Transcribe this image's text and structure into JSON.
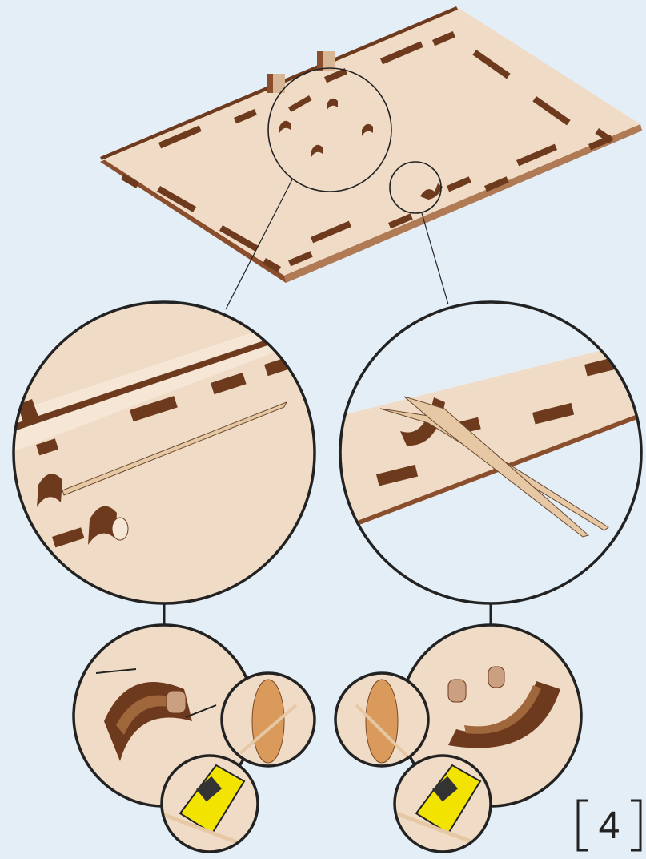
{
  "page": {
    "background": "#e3eef7"
  },
  "colors": {
    "board": "#f0dcc6",
    "board_edge": "#8a4e2c",
    "slot": "#6e3a1e",
    "skewer": "#e6c8a4",
    "outline": "#222222",
    "wheel": "#d99a5c",
    "cutter_yellow": "#f2e400"
  },
  "step": {
    "number": "4"
  },
  "icons": [
    "base-board",
    "wheel-mount",
    "skewer",
    "wheel",
    "craft-knife"
  ]
}
